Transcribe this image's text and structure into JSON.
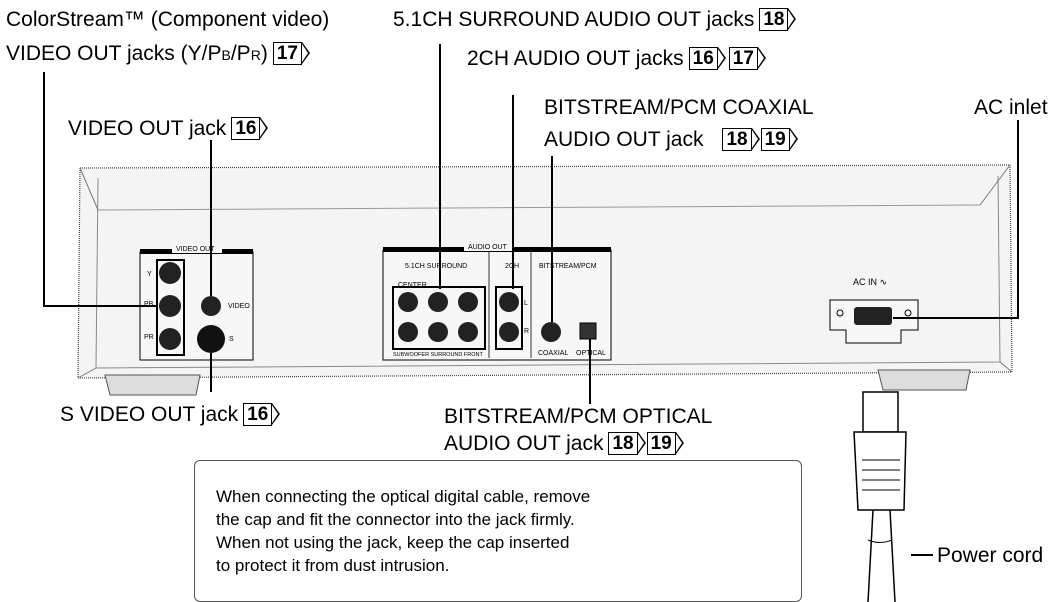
{
  "labels": {
    "colorstream_line1": "ColorStream™ (Component video)",
    "colorstream_line2": "VIDEO OUT jacks (Y/P",
    "colorstream_pb": "B",
    "colorstream_sep": "/P",
    "colorstream_pr": "R",
    "colorstream_close": ")",
    "colorstream_page": "17",
    "surround": "5.1CH SURROUND AUDIO OUT jacks",
    "surround_page": "18",
    "twoch": "2CH AUDIO OUT jacks",
    "twoch_pages": [
      "16",
      "17"
    ],
    "coaxial_line1": "BITSTREAM/PCM COAXIAL",
    "coaxial_line2": "AUDIO OUT jack",
    "coaxial_pages": [
      "18",
      "19"
    ],
    "video_out": "VIDEO OUT jack",
    "video_out_page": "16",
    "ac_inlet": "AC inlet",
    "s_video": "S VIDEO OUT jack",
    "s_video_page": "16",
    "optical_line1": "BITSTREAM/PCM OPTICAL",
    "optical_line2": "AUDIO OUT jack",
    "optical_pages": [
      "18",
      "19"
    ],
    "power_cord": "Power cord"
  },
  "panel": {
    "video_out_title": "VIDEO OUT",
    "y": "Y",
    "pb": "PB",
    "pr": "PR",
    "video": "VIDEO",
    "s": "S",
    "audio_out_title": "AUDIO OUT",
    "surround_51": "5.1CH SURROUND",
    "center": "CENTER",
    "bottom_labels": "SUBWOOFER SURROUND FRONT",
    "twoch": "2CH",
    "l": "L",
    "r": "R",
    "bitstream_pcm": "BITSTREAM/PCM",
    "coaxial": "COAXIAL",
    "optical": "OPTICAL",
    "ac_in": "AC IN ∿"
  },
  "note": {
    "lines": [
      "When connecting the optical digital cable, remove",
      "the cap and fit the connector into the jack firmly.",
      "When not using the jack, keep the cap inserted",
      "to protect it from dust intrusion."
    ]
  }
}
